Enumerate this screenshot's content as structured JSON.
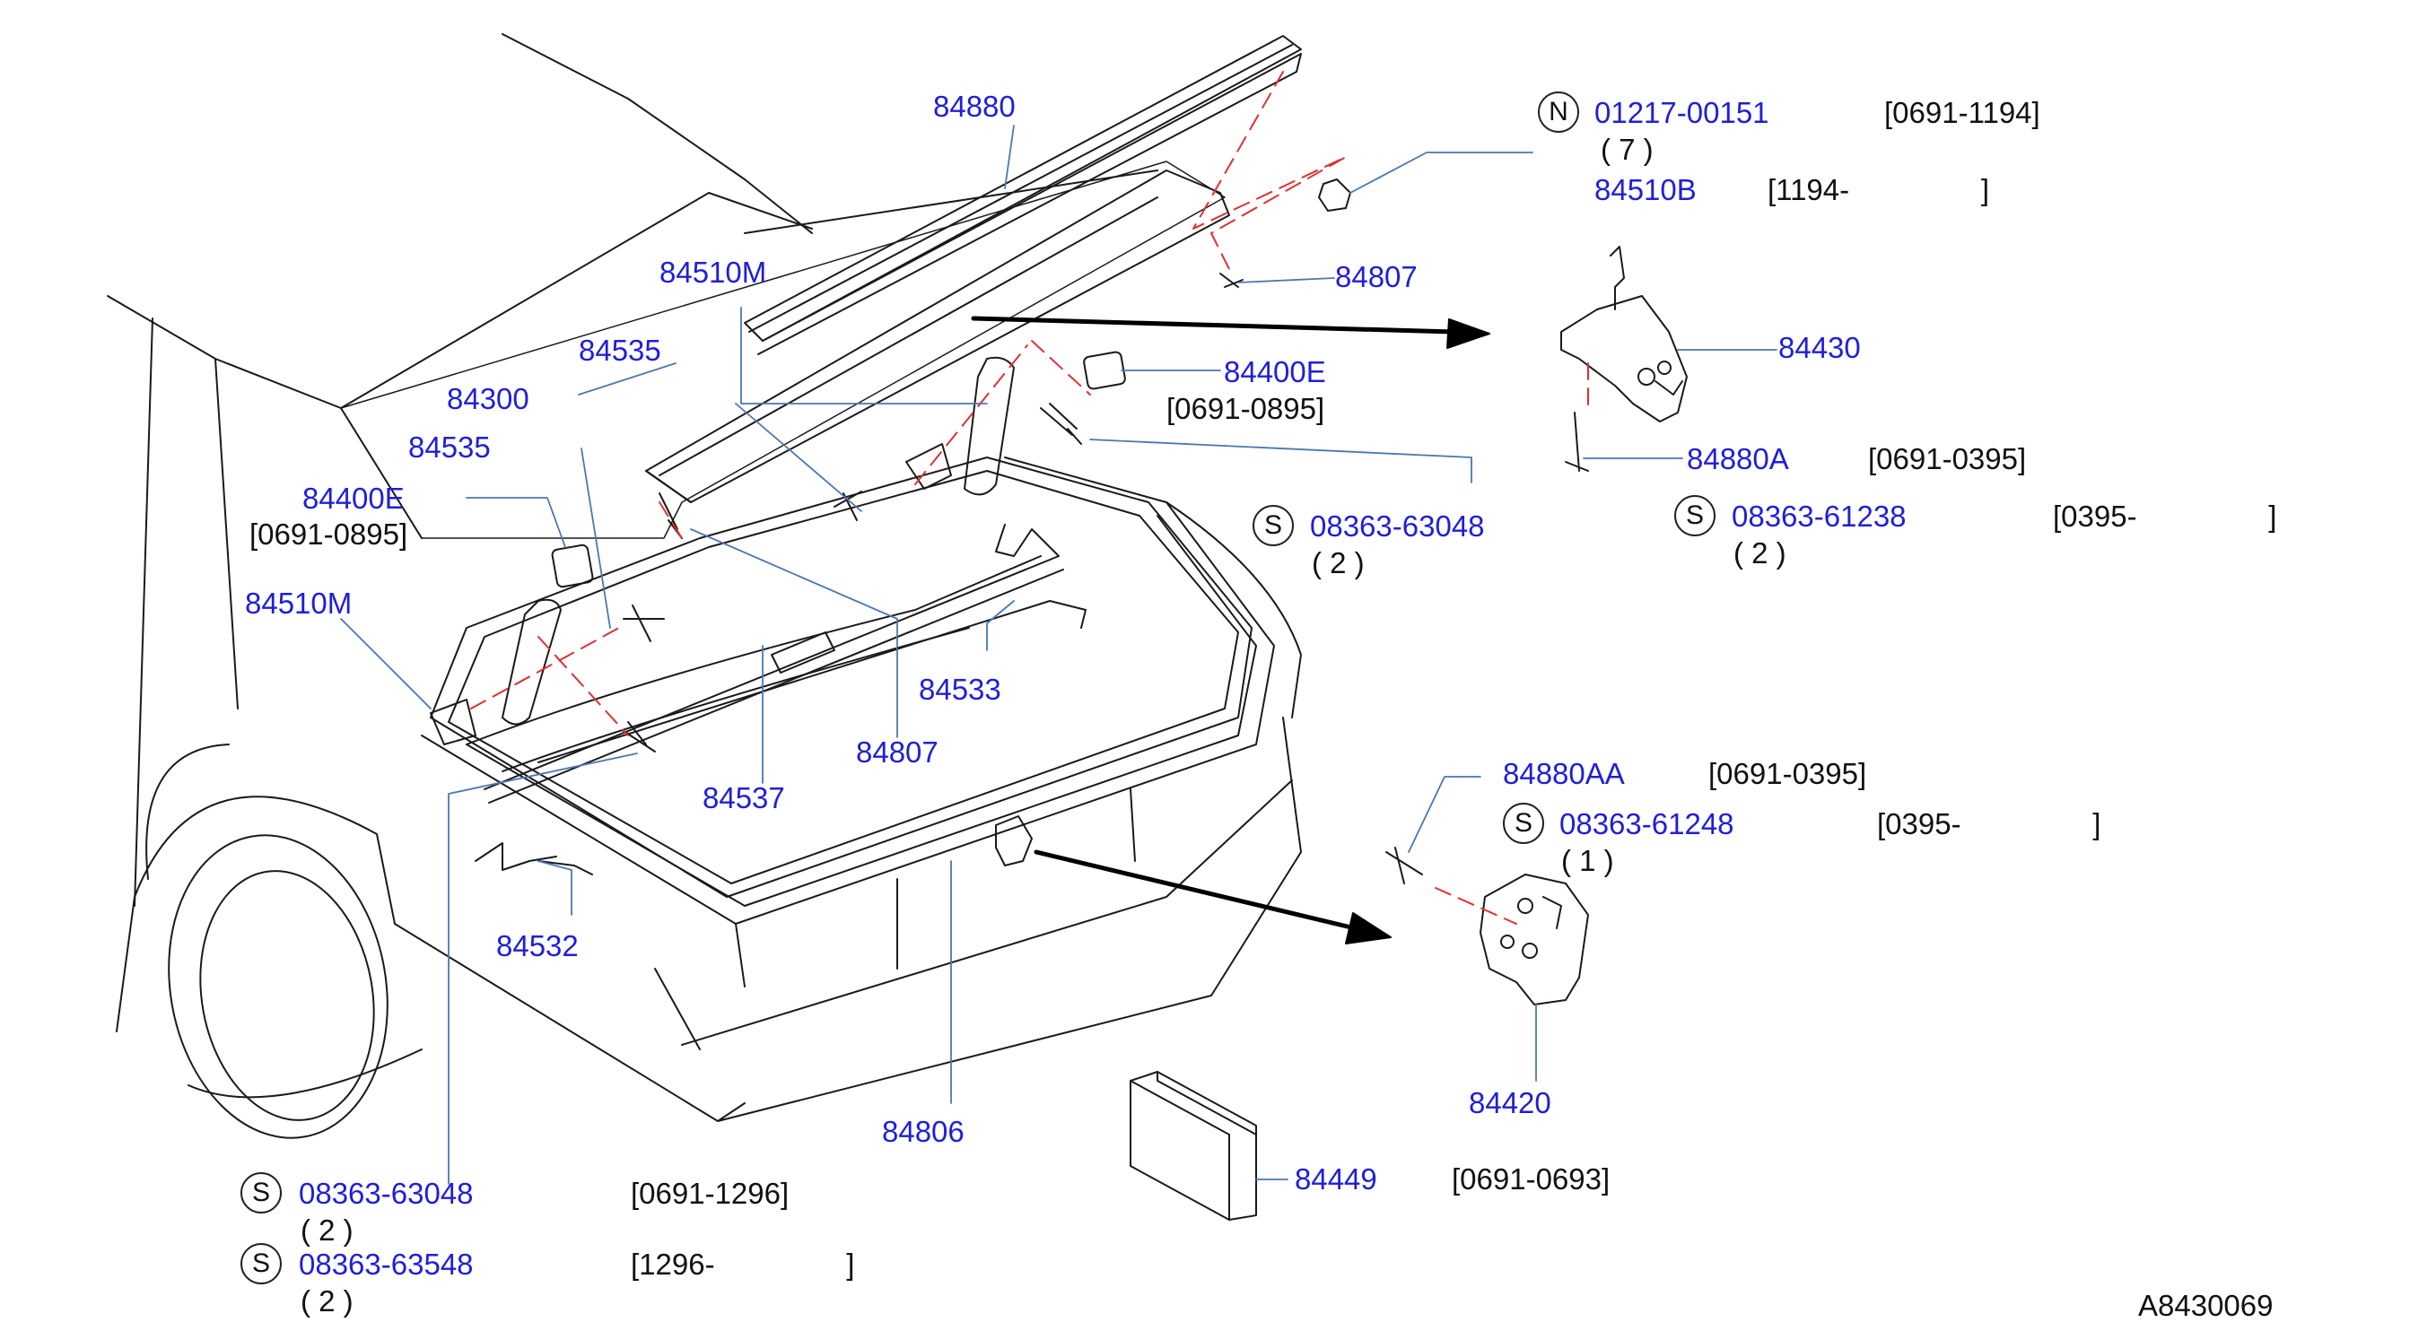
{
  "diagram": {
    "reference_id": "A8430069",
    "callouts": [
      {
        "id": "c-84880",
        "part": "84880"
      },
      {
        "id": "c-84510m-top",
        "part": "84510M"
      },
      {
        "id": "c-84535-a",
        "part": "84535"
      },
      {
        "id": "c-84300",
        "part": "84300"
      },
      {
        "id": "c-84535-b",
        "part": "84535"
      },
      {
        "id": "c-84400e-left",
        "part": "84400E",
        "note": "[0691-0895]"
      },
      {
        "id": "c-84510m-left",
        "part": "84510M"
      },
      {
        "id": "c-84533",
        "part": "84533"
      },
      {
        "id": "c-84537",
        "part": "84537"
      },
      {
        "id": "c-84807-mid",
        "part": "84807"
      },
      {
        "id": "c-84532",
        "part": "84532"
      },
      {
        "id": "c-84806",
        "part": "84806"
      },
      {
        "id": "c-84807-top",
        "part": "84807"
      },
      {
        "id": "c-84400e-right",
        "part": "84400E",
        "note": "[0691-0895]"
      },
      {
        "id": "c-84430",
        "part": "84430"
      },
      {
        "id": "c-84880a",
        "part": "84880A",
        "note": "[0691-0395]"
      },
      {
        "id": "c-84880aa",
        "part": "84880AA",
        "note": "[0691-0395]"
      },
      {
        "id": "c-84420",
        "part": "84420"
      },
      {
        "id": "c-84449",
        "part": "84449",
        "note": "[0691-0693]"
      },
      {
        "id": "c-84510b",
        "part": "84510B",
        "note": "[1194-                ]"
      }
    ],
    "fasteners": [
      {
        "id": "f-n-01217",
        "symbol": "N",
        "part": "01217-00151",
        "note": "[0691-1194]",
        "qty": "( 7 )"
      },
      {
        "id": "f-s-63048-top",
        "symbol": "S",
        "part": "08363-63048",
        "note": "",
        "qty": "( 2 )"
      },
      {
        "id": "f-s-61238",
        "symbol": "S",
        "part": "08363-61238",
        "note": "[0395-                ]",
        "qty": "( 2 )"
      },
      {
        "id": "f-s-61248",
        "symbol": "S",
        "part": "08363-61248",
        "note": "[0395-                ]",
        "qty": "( 1 )"
      },
      {
        "id": "f-s-63048-bottom",
        "symbol": "S",
        "part": "08363-63048",
        "note": "[0691-1296]",
        "qty": "( 2 )"
      },
      {
        "id": "f-s-63548",
        "symbol": "S",
        "part": "08363-63548",
        "note": "[1296-                ]",
        "qty": "( 2 )"
      }
    ]
  },
  "colors": {
    "part_text": "#1f1fd8",
    "leader_line": "#4a78b0",
    "phantom_line": "#e03030",
    "outline": "#1a1a1a"
  }
}
